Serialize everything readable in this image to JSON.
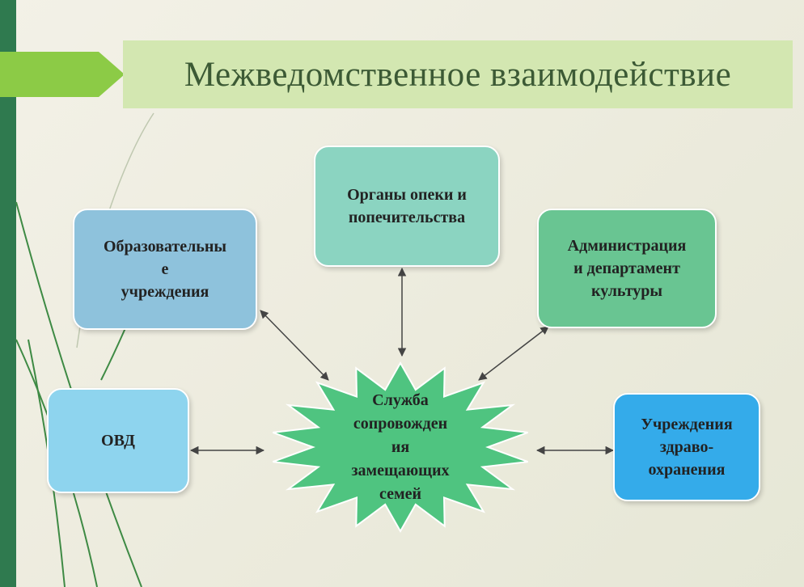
{
  "title": "Межведомственное взаимодействие",
  "center": {
    "label": "Служба\nсопровожден\nия\nзамещающих\nсемей",
    "color": "#4fc480"
  },
  "nodes": {
    "guardianship": {
      "label": "Органы опеки и\nпопечительства",
      "color": "#8bd4c1"
    },
    "education": {
      "label": "Образовательны\nе\nучреждения",
      "color": "#8ec2dc"
    },
    "administration": {
      "label": "Администрация\nи департамент\nкультуры",
      "color": "#69c592"
    },
    "ovd": {
      "label": "ОВД",
      "color": "#8ed4ee"
    },
    "healthcare": {
      "label": "Учреждения\nздраво-\nохранения",
      "color": "#34abea"
    }
  },
  "colors": {
    "accent_dark": "#2f7a4f",
    "accent_light": "#8ccb46",
    "title_bg": "#d3e7b1"
  }
}
